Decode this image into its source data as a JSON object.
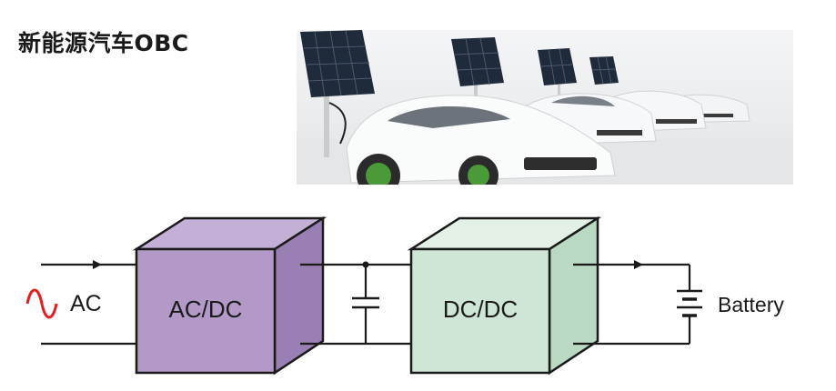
{
  "title": "新能源汽车OBC",
  "photo": {
    "description_icon": "ev-charging-photo"
  },
  "diagram": {
    "input_label": "AC",
    "acdc_label": "AC/DC",
    "dcdc_label": "DC/DC",
    "output_label": "Battery",
    "colors": {
      "acdc_box": "#b399c8",
      "dcdc_box": "#cfe6d6",
      "ac_symbol": "#e0201e",
      "stroke": "#1a1a1a"
    }
  }
}
